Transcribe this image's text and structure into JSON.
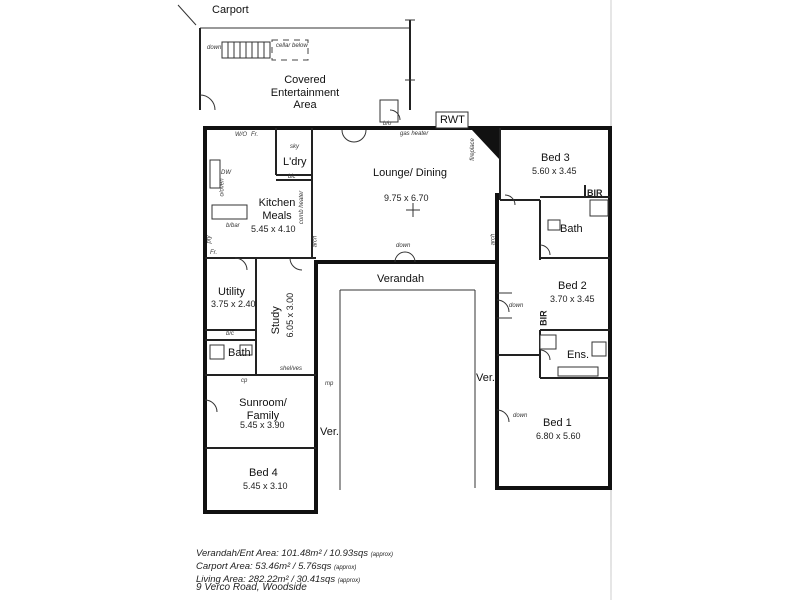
{
  "rooms": {
    "carport": {
      "name": "Carport"
    },
    "covered_entertainment": {
      "name": "Covered Entertainment Area"
    },
    "lounge_dining": {
      "name": "Lounge/ Dining",
      "dims": "9.75 x 6.70"
    },
    "kitchen_meals": {
      "name": "Kitchen Meals",
      "dims": "5.45 x 4.10"
    },
    "laundry": {
      "name": "L'dry"
    },
    "bed3": {
      "name": "Bed 3",
      "dims": "5.60 x 3.45"
    },
    "bath_east": {
      "name": "Bath"
    },
    "bed2": {
      "name": "Bed 2",
      "dims": "3.70 x 3.45"
    },
    "ensuite": {
      "name": "Ens."
    },
    "bed1": {
      "name": "Bed 1",
      "dims": "6.80 x 5.60"
    },
    "utility": {
      "name": "Utility",
      "dims": "3.75 x 2.40"
    },
    "study": {
      "name": "Study",
      "dims": "6.05 x 3.00"
    },
    "bath_west": {
      "name": "Bath"
    },
    "sunroom": {
      "name": "Sunroom/ Family",
      "dims": "5.45 x 3.90"
    },
    "bed4": {
      "name": "Bed 4",
      "dims": "5.45 x 3.10"
    },
    "verandah": {
      "name": "Verandah"
    },
    "ver_west": {
      "name": "Ver."
    },
    "ver_east": {
      "name": "Ver."
    }
  },
  "markers": {
    "rwt": "RWT",
    "bir_bed3": "BIR",
    "bir_bed2": "BIR"
  },
  "notes": {
    "down_carport": "down",
    "cellar_below": "cellar below",
    "bbq": "b/o",
    "gas_heater": "gas heater",
    "fireplace": "fireplace",
    "wo": "W/O",
    "fr_top": "Fr.",
    "sky": "sky",
    "bic_ldry": "bic",
    "dw": "DW",
    "oven": "o/oven",
    "bibar": "b/bar",
    "comb_heater": "comb heater",
    "pantry": "pty",
    "fr_bottom": "Fr.",
    "arch_kitchen": "arch",
    "arch_lounge": "arch",
    "down_verandah": "down",
    "down_bed2": "down",
    "down_bed1": "down",
    "bic_utility": "b/c",
    "shelves": "shel/ves",
    "cp": "cp",
    "mp": "mp"
  },
  "area_summary": [
    {
      "text": "Verandah/Ent Area: 101.48m² / 10.93sqs",
      "approx": "(approx)"
    },
    {
      "text": "Carport Area: 53.46m² / 5.76sqs",
      "approx": "(approx)"
    },
    {
      "text": "Living Area: 282.22m² / 30.41sqs",
      "approx": "(approx)"
    }
  ],
  "address": "9 Verco Road, Woodside"
}
